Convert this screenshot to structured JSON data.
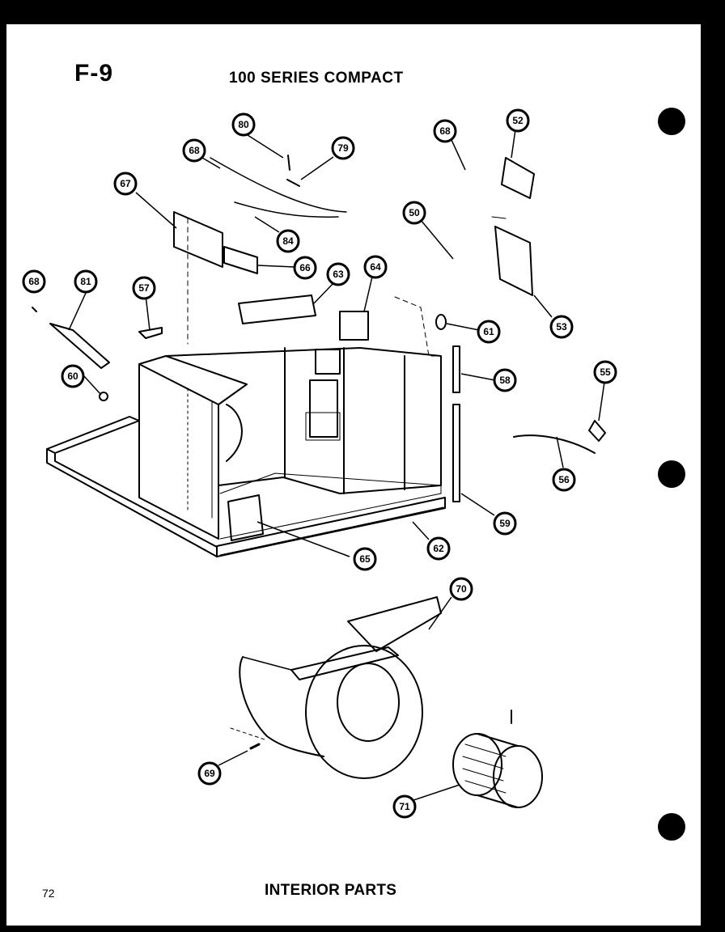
{
  "header": {
    "figure_code": "F-9",
    "series_title": "100 SERIES COMPACT"
  },
  "footer": {
    "page_number": "72",
    "section_title": "INTERIOR PARTS"
  },
  "callouts": [
    "80",
    "79",
    "68",
    "67",
    "84",
    "66",
    "63",
    "64",
    "68",
    "52",
    "50",
    "53",
    "68",
    "81",
    "57",
    "61",
    "58",
    "60",
    "55",
    "56",
    "59",
    "62",
    "65",
    "70",
    "69",
    "71"
  ]
}
